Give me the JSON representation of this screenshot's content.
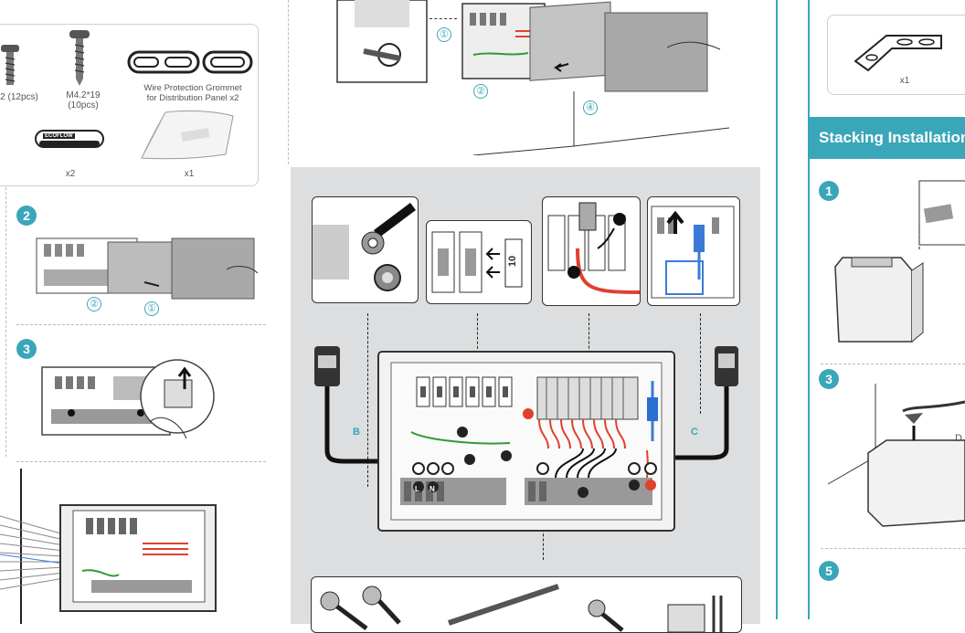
{
  "parts": {
    "screw_a_label": "2 (12pcs)",
    "screw_b_label": "M4.2*19\n(10pcs)",
    "grommet_label": "Wire Protection Grommet\nfor Distribution Panel x2",
    "brand_label": "ECOFLOW",
    "feet_qty": "x2",
    "manual_qty": "x1"
  },
  "steps_left": {
    "step2": "2",
    "step3": "3",
    "circle_1": "①",
    "circle_2": "②"
  },
  "top_center": {
    "circle_1": "①",
    "circle_2": "②",
    "circle_4": "④"
  },
  "wiring": {
    "tag_b": "B",
    "tag_c": "C",
    "term_L": "L",
    "term_N": "N",
    "fuse_rating": "10"
  },
  "right": {
    "bracket_qty": "x1",
    "stacking_header": "Stacking Installation",
    "step1": "1",
    "step3": "3",
    "step5": "5",
    "d_label": "D"
  },
  "colors": {
    "accent": "#3aa6b9",
    "red_wire": "#e0402e",
    "green_wire": "#2f9a3a",
    "blue_wire": "#3b7bd6",
    "panel_grey": "#dcdedf"
  }
}
